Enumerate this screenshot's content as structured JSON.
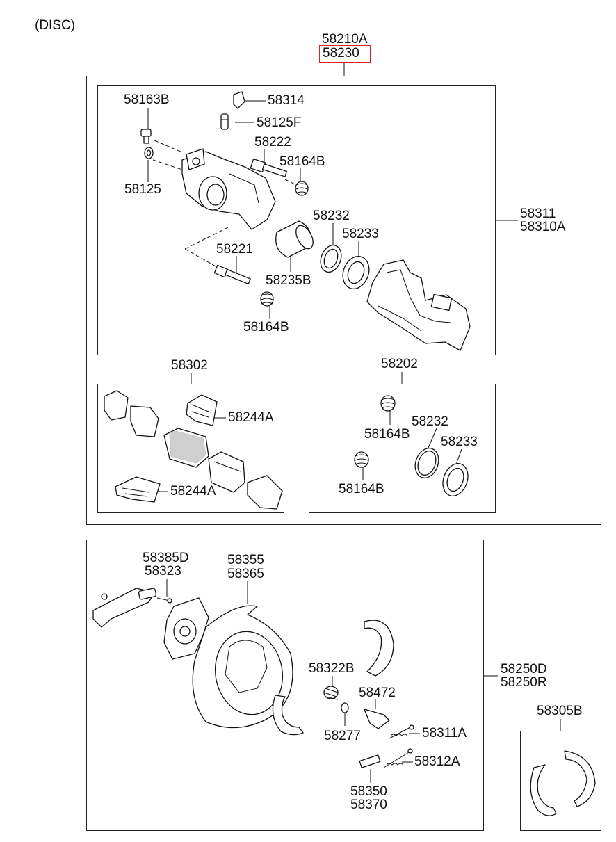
{
  "header": {
    "variant": "(DISC)"
  },
  "assembly": {
    "main_number": "58210A",
    "highlighted_number": "58230",
    "highlight_color": "#e02020"
  },
  "caliper": {
    "group_numbers": [
      "58311",
      "58310A"
    ],
    "parts": {
      "p58163B": "58163B",
      "p58314": "58314",
      "p58125F": "58125F",
      "p58222": "58222",
      "p58164B_top": "58164B",
      "p58125": "58125",
      "p58232": "58232",
      "p58233": "58233",
      "p58221": "58221",
      "p58235B": "58235B",
      "p58164B_bottom": "58164B"
    }
  },
  "pad_kit": {
    "number": "58302",
    "parts": {
      "p58244A_top": "58244A",
      "p58244A_bottom": "58244A"
    }
  },
  "seal_kit": {
    "number": "58202",
    "parts": {
      "p58164B_a": "58164B",
      "p58232": "58232",
      "p58233": "58233",
      "p58164B_b": "58164B"
    }
  },
  "brake_assembly": {
    "group_numbers": [
      "58250D",
      "58250R"
    ],
    "parts": {
      "p58385D": "58385D",
      "p58323": "58323",
      "p58355": "58355",
      "p58365": "58365",
      "p58322B": "58322B",
      "p58472": "58472",
      "p58277": "58277",
      "p58311A": "58311A",
      "p58312A": "58312A",
      "p58350": "58350",
      "p58370": "58370"
    }
  },
  "shoe_kit": {
    "number": "58305B"
  }
}
